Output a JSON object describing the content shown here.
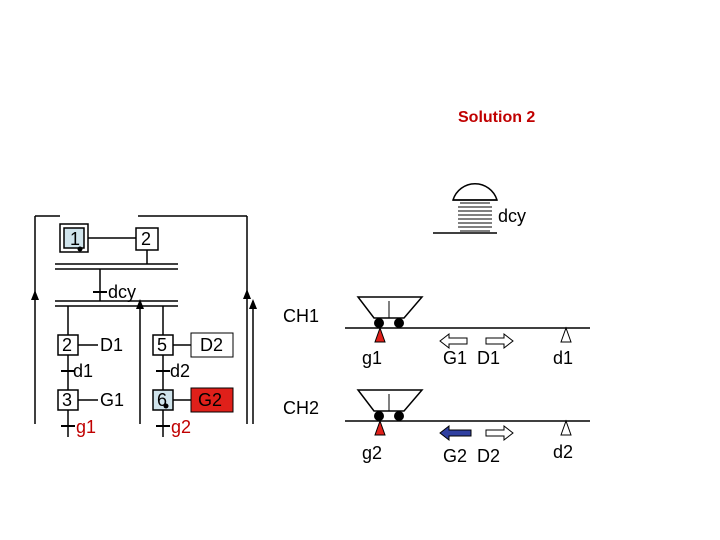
{
  "title": "Solution 2",
  "button": {
    "label": "dcy"
  },
  "grafcet": {
    "steps": [
      {
        "id": "1",
        "initial": true,
        "active": true
      },
      {
        "id": "2",
        "initial": false,
        "active": false
      }
    ],
    "transition_sync": "dcy",
    "branch_left": {
      "steps": [
        {
          "id": "2",
          "action": "D1",
          "active": false
        },
        {
          "id": "3",
          "action": "G1",
          "active": false
        }
      ],
      "transitions": [
        "d1",
        "g1"
      ]
    },
    "branch_right": {
      "steps": [
        {
          "id": "5",
          "action": "D2",
          "active": false
        },
        {
          "id": "6",
          "action": "G2",
          "active": true
        }
      ],
      "transitions": [
        "d2",
        "g2"
      ]
    }
  },
  "carts": [
    {
      "name": "CH1",
      "sensor_left": "g1",
      "sensor_right": "d1",
      "actions": "G1  D1",
      "left_active": false
    },
    {
      "name": "CH2",
      "sensor_left": "g2",
      "sensor_right": "d2",
      "actions": "G2  D2",
      "left_active": true
    }
  ],
  "colors": {
    "active_step": "#d0e4ec",
    "active_action": "#e0201a",
    "sensor_red": "#e0201a",
    "arrow_active": "#2f3fa0",
    "title": "#c00000"
  }
}
